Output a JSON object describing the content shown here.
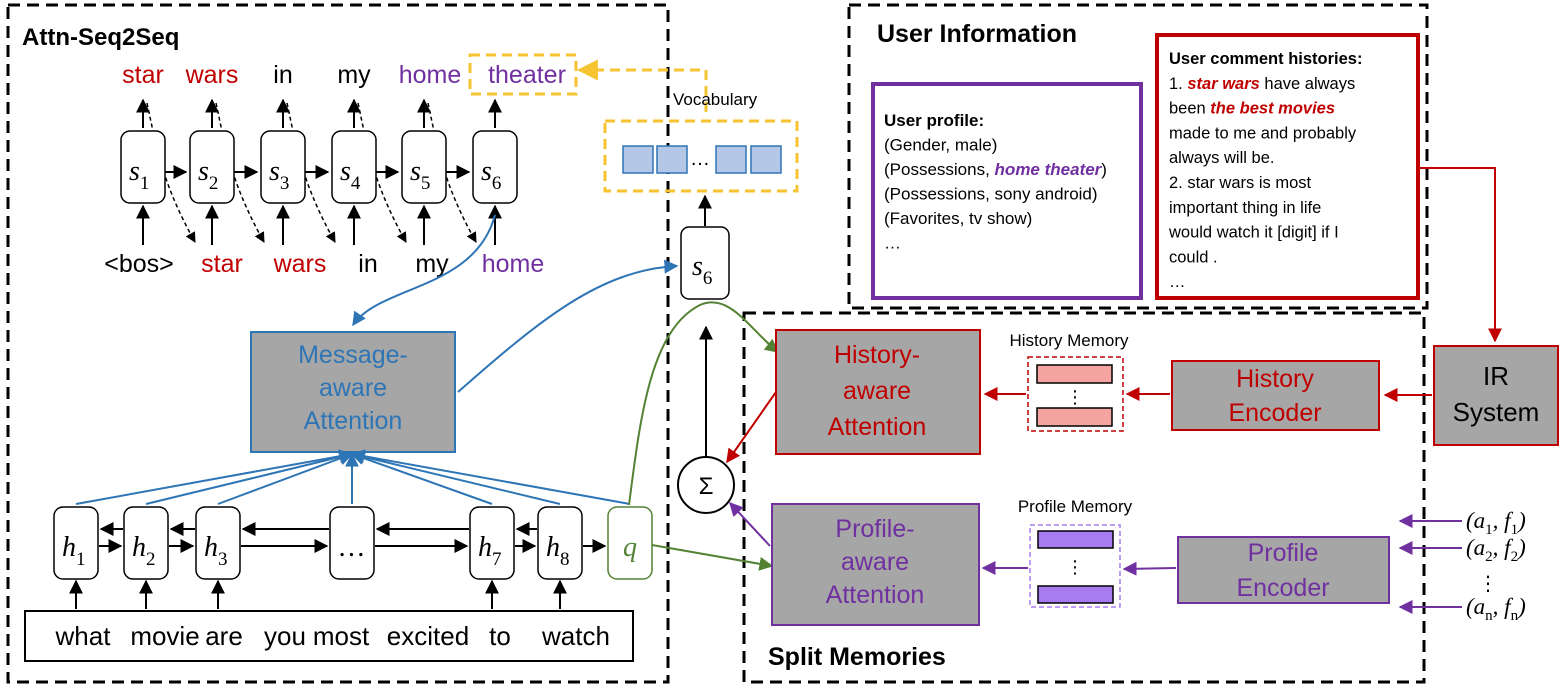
{
  "colors": {
    "red": "#c00000",
    "purple": "#7030a0",
    "blue": "#2e75b6",
    "green": "#548235",
    "yellow": "#f7c431",
    "gray_box": "#a6a6a6",
    "history_bar": "#f4a3a0",
    "profile_bar": "#a77cf0",
    "vocab_cell": "#b4c7e7"
  },
  "attn_seq2seq": {
    "title": "Attn-Seq2Seq",
    "output_words": [
      {
        "text": "star",
        "color": "red"
      },
      {
        "text": "wars",
        "color": "red"
      },
      {
        "text": "in",
        "color": "black"
      },
      {
        "text": "my",
        "color": "black"
      },
      {
        "text": "home",
        "color": "purple"
      },
      {
        "text": "theater",
        "color": "purple"
      }
    ],
    "decoder_states": [
      {
        "base": "s",
        "sub": "1"
      },
      {
        "base": "s",
        "sub": "2"
      },
      {
        "base": "s",
        "sub": "3"
      },
      {
        "base": "s",
        "sub": "4"
      },
      {
        "base": "s",
        "sub": "5"
      },
      {
        "base": "s",
        "sub": "6"
      }
    ],
    "input_words": [
      {
        "text": "<bos>",
        "color": "black"
      },
      {
        "text": "star",
        "color": "red"
      },
      {
        "text": "wars",
        "color": "red"
      },
      {
        "text": "in",
        "color": "black"
      },
      {
        "text": "my",
        "color": "black"
      },
      {
        "text": "home",
        "color": "purple"
      }
    ],
    "attention_box": "Message-\naware\nAttention",
    "encoder_states": [
      {
        "base": "h",
        "sub": "1"
      },
      {
        "base": "h",
        "sub": "2"
      },
      {
        "base": "h",
        "sub": "3"
      },
      {
        "base": "…",
        "sub": ""
      },
      {
        "base": "h",
        "sub": "7"
      },
      {
        "base": "h",
        "sub": "8"
      },
      {
        "base": "q",
        "sub": ""
      }
    ],
    "message": [
      "what",
      "movie",
      "are",
      "you",
      "most",
      "excited",
      "to",
      "watch"
    ]
  },
  "vocabulary": {
    "label": "Vocabulary",
    "ellipsis": "…",
    "state": {
      "base": "s",
      "sub": "6"
    }
  },
  "sum_symbol": "Σ",
  "user_info": {
    "title": "User Information",
    "profile": {
      "heading": "User profile:",
      "lines": [
        [
          {
            "t": "(Gender, male)",
            "s": "n"
          }
        ],
        [
          {
            "t": "(Possessions, ",
            "s": "n"
          },
          {
            "t": "home theater",
            "s": "p"
          },
          {
            "t": ")",
            "s": "n"
          }
        ],
        [
          {
            "t": "(Possessions, sony android)",
            "s": "n"
          }
        ],
        [
          {
            "t": "(Favorites, tv show)",
            "s": "n"
          }
        ],
        [
          {
            "t": "…",
            "s": "n"
          }
        ]
      ]
    },
    "comments": {
      "heading": "User comment histories:",
      "lines": [
        [
          {
            "t": "1. ",
            "s": "n"
          },
          {
            "t": "star wars",
            "s": "r"
          },
          {
            "t": " have always",
            "s": "n"
          }
        ],
        [
          {
            "t": "been ",
            "s": "n"
          },
          {
            "t": "the best movies",
            "s": "r"
          }
        ],
        [
          {
            "t": "made to  me and probably",
            "s": "n"
          }
        ],
        [
          {
            "t": "always will be.",
            "s": "n"
          }
        ],
        [
          {
            "t": "2. star wars is most",
            "s": "n"
          }
        ],
        [
          {
            "t": "important thing in life",
            "s": "n"
          }
        ],
        [
          {
            "t": "would watch it [digit] if I",
            "s": "n"
          }
        ],
        [
          {
            "t": "could  .",
            "s": "n"
          }
        ],
        [
          {
            "t": "…",
            "s": "n"
          }
        ]
      ]
    }
  },
  "split_memories": {
    "title": "Split Memories",
    "history_attention": "History-\naware\nAttention",
    "history_memory_label": "History Memory",
    "history_encoder": "History\nEncoder",
    "ir_system": "IR\nSystem",
    "profile_attention": "Profile-\naware\nAttention",
    "profile_memory_label": "Profile Memory",
    "profile_encoder": "Profile\nEncoder",
    "memory_ellipsis": "⋮",
    "attributes": [
      {
        "a": "1",
        "f": "1"
      },
      {
        "a": "2",
        "f": "2"
      },
      {
        "a": "n",
        "f": "n"
      }
    ],
    "attr_ellipsis": "⋮"
  }
}
